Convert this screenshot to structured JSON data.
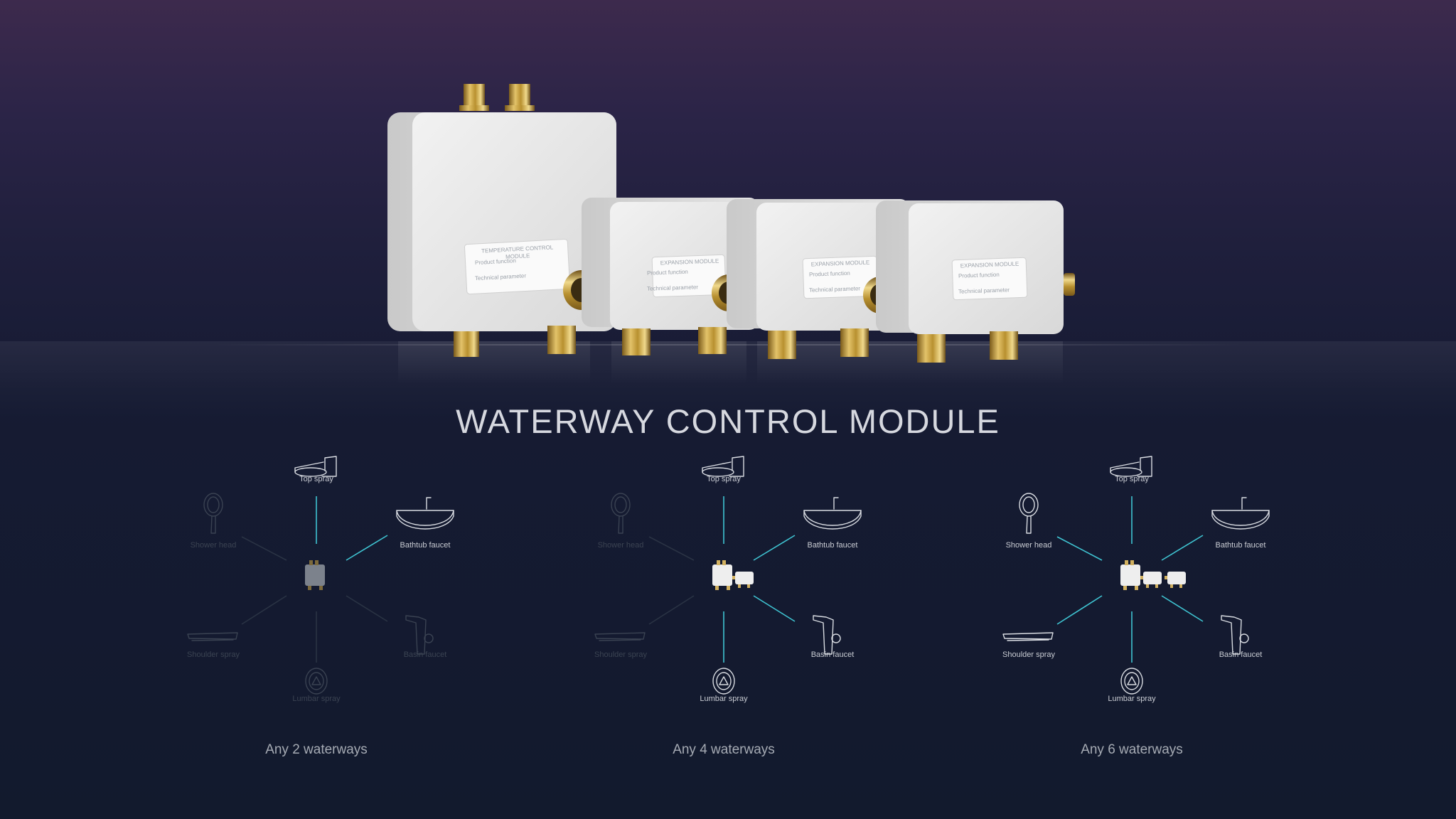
{
  "title": "WATERWAY CONTROL MODULE",
  "modules": [
    {
      "label_title": "TEMPERATURE CONTROL MODULE",
      "label_line1": "Product function",
      "label_line2": "Technical parameter"
    },
    {
      "label_title": "EXPANSION MODULE",
      "label_line1": "Product function",
      "label_line2": "Technical parameter"
    },
    {
      "label_title": "EXPANSION MODULE",
      "label_line1": "Product function",
      "label_line2": "Technical parameter"
    },
    {
      "label_title": "EXPANSION MODULE",
      "label_line1": "Product function",
      "label_line2": "Technical parameter"
    }
  ],
  "outlets": {
    "top": "Top spray",
    "shower": "Shower head",
    "bathtub": "Bathtub faucet",
    "shoulder": "Shoulder spray",
    "basin": "Basin faucet",
    "lumbar": "Lumbar spray"
  },
  "diagrams": [
    {
      "caption": "Any 2 waterways",
      "active": [
        "top",
        "bathtub"
      ],
      "module_count": 1
    },
    {
      "caption": "Any 4 waterways",
      "active": [
        "top",
        "bathtub",
        "basin",
        "lumbar"
      ],
      "module_count": 2
    },
    {
      "caption": "Any 6 waterways",
      "active": [
        "top",
        "shower",
        "bathtub",
        "shoulder",
        "basin",
        "lumbar"
      ],
      "module_count": 3
    }
  ],
  "colors": {
    "accent_line": "#3fc4d2",
    "dim_line": "#2a3344",
    "active_icon": "#d9dce2",
    "dim_icon": "#3a4252"
  }
}
